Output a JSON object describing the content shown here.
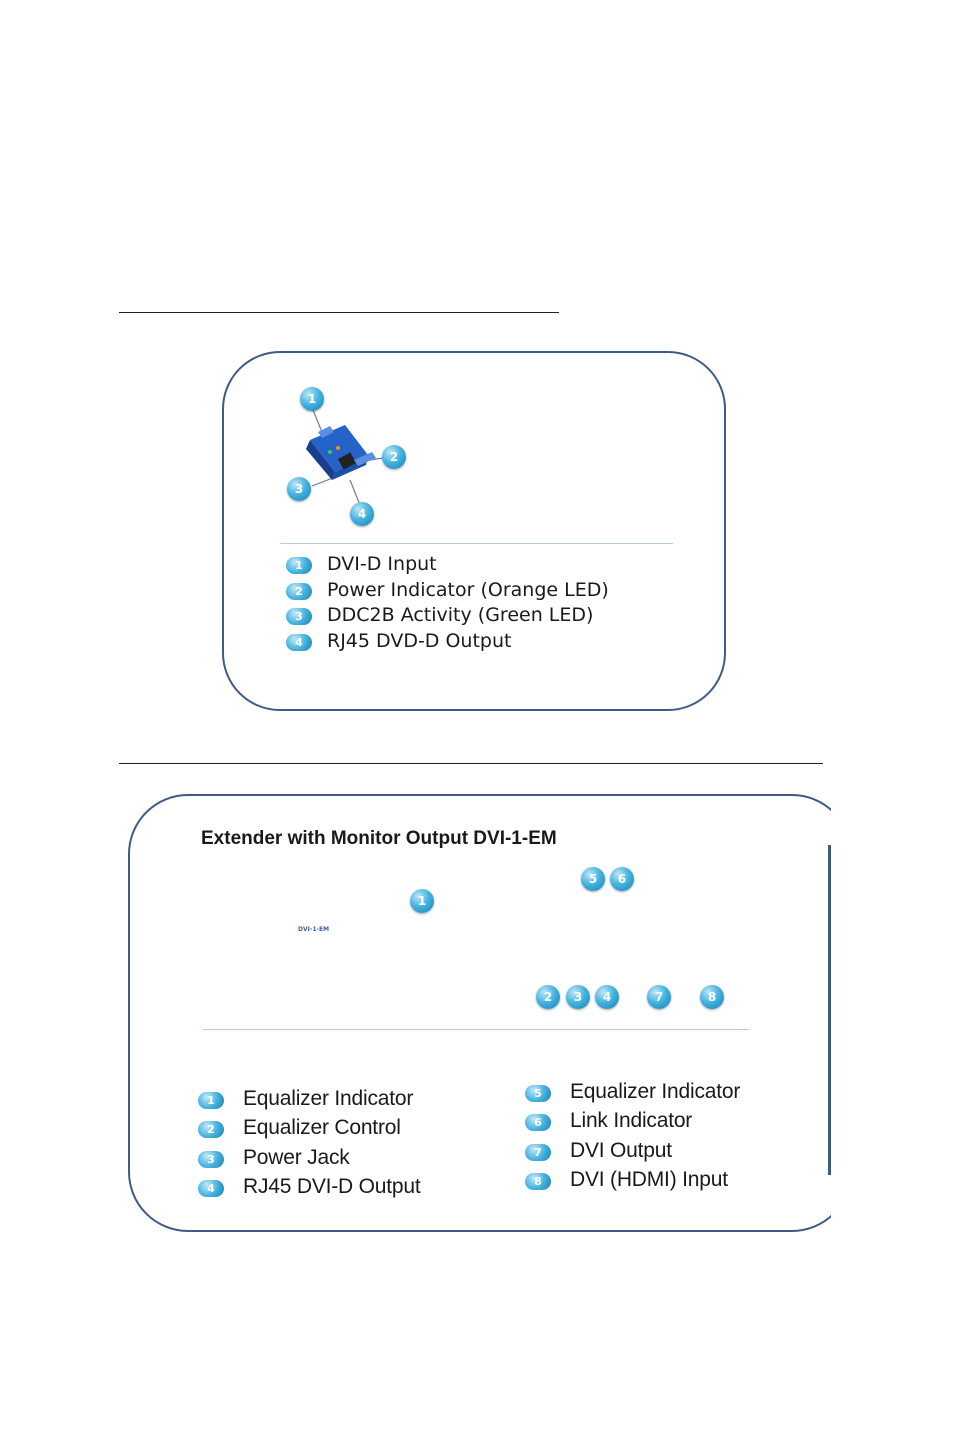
{
  "panel1": {
    "callouts": [
      "1",
      "2",
      "3",
      "4"
    ],
    "legend": [
      {
        "num": "1",
        "label": "DVI-D Input"
      },
      {
        "num": "2",
        "label": "Power Indicator (Orange LED)"
      },
      {
        "num": "3",
        "label": "DDC2B Activity (Green LED)"
      },
      {
        "num": "4",
        "label": "RJ45 DVD-D Output"
      }
    ]
  },
  "panel2": {
    "title": "Extender with Monitor Output DVI-1-EM",
    "device_label": "DVI-1-EM",
    "callouts": [
      "1",
      "2",
      "3",
      "4",
      "5",
      "6",
      "7",
      "8"
    ],
    "legend_left": [
      {
        "num": "1",
        "label": "Equalizer Indicator"
      },
      {
        "num": "2",
        "label": "Equalizer Control"
      },
      {
        "num": "3",
        "label": "Power Jack"
      },
      {
        "num": "4",
        "label": "RJ45 DVI-D Output"
      }
    ],
    "legend_right": [
      {
        "num": "5",
        "label": "Equalizer Indicator"
      },
      {
        "num": "6",
        "label": "Link Indicator"
      },
      {
        "num": "7",
        "label": "DVI Output"
      },
      {
        "num": "8",
        "label": "DVI (HDMI) Input"
      }
    ]
  },
  "colors": {
    "panel_border": "#3e5b86",
    "badge": "#2a9fd6",
    "connector_blue": "#2f6fd0"
  }
}
